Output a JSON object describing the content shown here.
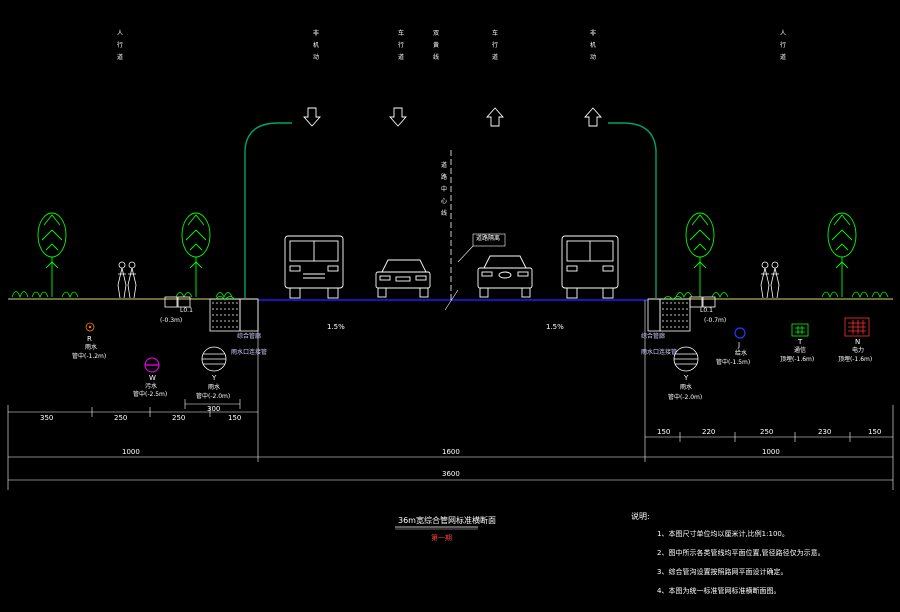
{
  "lanes_top": [
    {
      "text": "人行道"
    },
    {
      "text": "非机动"
    },
    {
      "text": "车行道"
    },
    {
      "text": "双黄线"
    },
    {
      "text": "车行道"
    },
    {
      "text": "非机动"
    },
    {
      "text": "人行道"
    }
  ],
  "centerline_label": "道路中心线",
  "median_label": "道路隔离",
  "slope_left": "1.5%",
  "slope_right": "1.5%",
  "pipes": {
    "r_code": "R",
    "r_name": "雨水",
    "r_depth": "管中(-1.2m)",
    "w_code": "W",
    "w_name": "污水",
    "w_depth": "管中(-2.5m)",
    "y_left_code": "Y",
    "y_left_name": "雨水",
    "y_left_depth": "管中(-2.0m)",
    "y_right_code": "Y",
    "y_right_name": "雨水",
    "y_right_depth": "管中(-2.0m)",
    "j_code": "J",
    "j_name": "给水",
    "j_depth": "管中(-1.5m)",
    "t_code": "T",
    "t_name": "通信",
    "t_depth": "顶埋(-1.6m)",
    "n_code": "N",
    "n_name": "电力",
    "n_depth": "顶埋(-1.6m)",
    "lo_left": "L0.1",
    "lo_left_depth": "(-0.3m)",
    "lo_right": "L0.1",
    "lo_right_depth": "(-0.7m)",
    "wall_left": "综合管廊",
    "wall_left2": "雨水口连接管",
    "wall_right": "综合管廊",
    "wall_right2": "雨水口连接管"
  },
  "dims_left": [
    "350",
    "250",
    "250",
    "150"
  ],
  "dim_left_sub": "300",
  "dims_right": [
    "150",
    "220",
    "250",
    "230",
    "150"
  ],
  "dim_left_total": "1000",
  "dim_mid_total": "1600",
  "dim_right_total": "1000",
  "dim_overall": "3600",
  "drawing_title": "36m宽综合管网标准横断面",
  "drawing_subtitle": "第一期",
  "notes_heading": "说明:",
  "notes": [
    "1、本图尺寸单位均以厘米计,比例1:100。",
    "2、图中所示各类管线均平面位置,管径路径仅为示意。",
    "3、综合管沟设置按照路网平面设计确定。",
    "4、本图为统一标准管网标准横断面图。"
  ],
  "colors": {
    "background": "#000000",
    "ground": "#ffff80",
    "road": "#0000ff",
    "lamp": "#00a070",
    "tree": "#00ff00",
    "text": "#ffffff",
    "red": "#ff3030",
    "magenta": "#ff00ff"
  }
}
